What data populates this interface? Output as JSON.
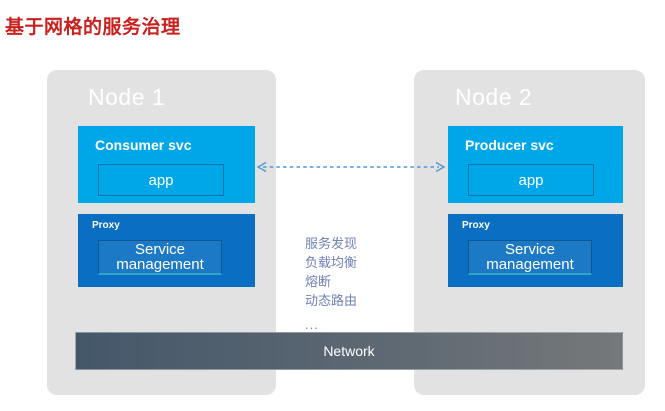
{
  "title": "基于网格的服务治理",
  "nodes": [
    {
      "name": "Node 1",
      "service": {
        "label": "Consumer svc",
        "app_label": "app"
      },
      "proxy": {
        "label": "Proxy",
        "inner_label": "Service management"
      }
    },
    {
      "name": "Node 2",
      "service": {
        "label": "Producer svc",
        "app_label": "app"
      },
      "proxy": {
        "label": "Proxy",
        "inner_label": "Service management"
      }
    }
  ],
  "connection": {
    "capabilities": [
      "服务发现",
      "负载均衡",
      "熔断",
      "动态路由",
      "..."
    ]
  },
  "network": {
    "label": "Network"
  },
  "colors": {
    "title": "#c9211e",
    "node_background": "#e2e2e2",
    "service_blue": "#00a7e8",
    "proxy_blue": "#0a6fc2",
    "arrow": "#4f96d8",
    "capabilities_text": "#7081b5",
    "network_gradient_left": "#44576a",
    "network_gradient_right": "#75787a"
  }
}
